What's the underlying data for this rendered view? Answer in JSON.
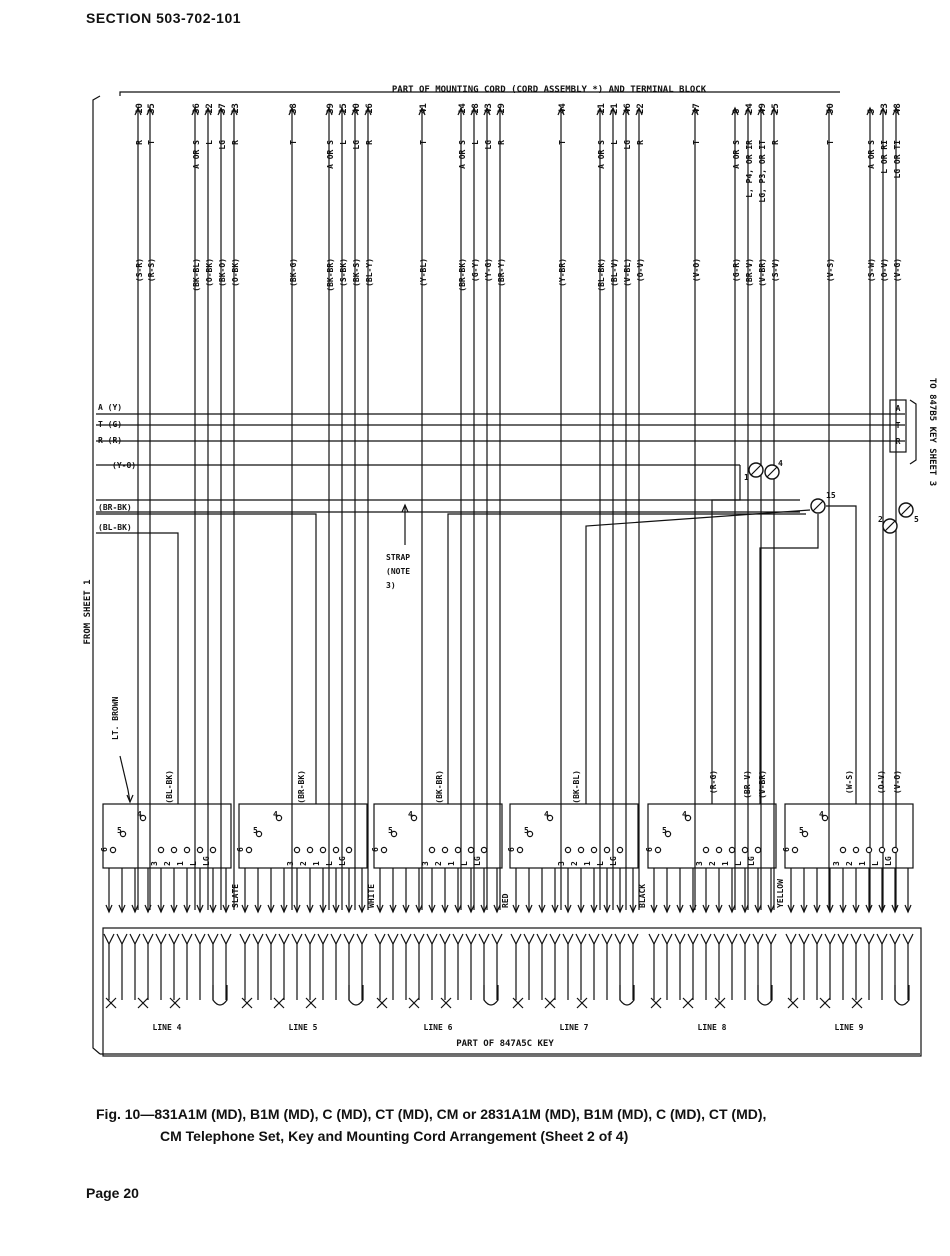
{
  "header": {
    "section": "SECTION 503-702-101"
  },
  "footer": {
    "page": "Page 20"
  },
  "caption": {
    "line1": "Fig. 10—831A1M (MD), B1M (MD), C (MD), CT (MD), CM or 2831A1M (MD), B1M (MD), C (MD), CT (MD),",
    "line2": "CM Telephone Set, Key and Mounting Cord Arrangement (Sheet 2 of 4)"
  },
  "diagram": {
    "top_title": "PART OF MOUNTING CORD (CORD ASSEMBLY *) AND TERMINAL BLOCK",
    "bottom_title": "PART OF 847A5C KEY",
    "left_label": "FROM SHEET 1",
    "right_label": "TO 847B5 KEY SHEET 3",
    "strap_note": [
      "STRAP",
      "(NOTE",
      "3)"
    ],
    "lt_brown": "LT. BROWN",
    "bus_labels": [
      "A (Y)",
      "T (G)",
      "R (R)",
      "(Y-O)",
      "(BR-BK)",
      "(BL-BK)"
    ],
    "bus_right_labels": [
      "A",
      "T",
      "R"
    ],
    "terminal_numbers": [
      "1",
      "4",
      "15",
      "2",
      "5"
    ],
    "line_labels": [
      "LINE 4",
      "LINE 5",
      "LINE 6",
      "LINE 7",
      "LINE 8",
      "LINE 9"
    ],
    "color_tags": [
      "SLATE",
      "WHITE",
      "RED",
      "BLACK",
      "YELLOW"
    ],
    "key_contacts": [
      "5",
      "4",
      "6",
      "3",
      "2",
      "1",
      "L",
      "LG"
    ],
    "lower_leads": [
      "(BL-BK)",
      "(BR-BK)",
      "(BK-BR)",
      "(BK-BL)",
      "(R-G)",
      "(BR-V)",
      "(V-BR)",
      "(W-S)",
      "(O-V)",
      "(V-O)"
    ],
    "leads": [
      {
        "num": "10",
        "fn": "R",
        "color": "(S-R)"
      },
      {
        "num": "35",
        "fn": "T",
        "color": "(R-S)"
      },
      {
        "num": "36",
        "fn": "A OR S",
        "color": "(BK-BL)"
      },
      {
        "num": "12",
        "fn": "L",
        "color": "(O-BK)"
      },
      {
        "num": "37",
        "fn": "LG",
        "color": "(BK-O)"
      },
      {
        "num": "13",
        "fn": "R",
        "color": "(O-BK)"
      },
      {
        "num": "38",
        "fn": "T",
        "color": "(BK-G)"
      },
      {
        "num": "39",
        "fn": "A OR S",
        "color": "(BK-BR)"
      },
      {
        "num": "15",
        "fn": "L",
        "color": "(S-BK)"
      },
      {
        "num": "40",
        "fn": "LG",
        "color": "(BK-S)"
      },
      {
        "num": "16",
        "fn": "R",
        "color": "(BL-Y)"
      },
      {
        "num": "41",
        "fn": "T",
        "color": "(Y-BL)"
      },
      {
        "num": "14",
        "fn": "A OR S",
        "color": "(BR-BK)"
      },
      {
        "num": "18",
        "fn": "L",
        "color": "(G-Y)"
      },
      {
        "num": "43",
        "fn": "LG",
        "color": "(Y-G)"
      },
      {
        "num": "19",
        "fn": "R",
        "color": "(BR-Y)"
      },
      {
        "num": "44",
        "fn": "T",
        "color": "(Y-BR)"
      },
      {
        "num": "11",
        "fn": "A OR S",
        "color": "(BL-BK)"
      },
      {
        "num": "21",
        "fn": "L",
        "color": "(BL-V)"
      },
      {
        "num": "46",
        "fn": "LG",
        "color": "(V-BL)"
      },
      {
        "num": "22",
        "fn": "R",
        "color": "(O-V)"
      },
      {
        "num": "47",
        "fn": "T",
        "color": "(V-O)"
      },
      {
        "num": "8",
        "fn": "A OR S",
        "color": "(G-R)"
      },
      {
        "num": "24",
        "fn": "L, P4, OR IR",
        "color": "(BR-V)"
      },
      {
        "num": "49",
        "fn": "LG, P3, OR IT",
        "color": "(V-BR)"
      },
      {
        "num": "25",
        "fn": "R",
        "color": "(S-V)"
      },
      {
        "num": "50",
        "fn": "T",
        "color": "(V-S)"
      },
      {
        "num": "5",
        "fn": "A OR S",
        "color": "(S-W)"
      },
      {
        "num": "23",
        "fn": "L OR RI",
        "color": "(O-V)"
      },
      {
        "num": "48",
        "fn": "LG OR TI",
        "color": "(V-G)"
      }
    ]
  }
}
